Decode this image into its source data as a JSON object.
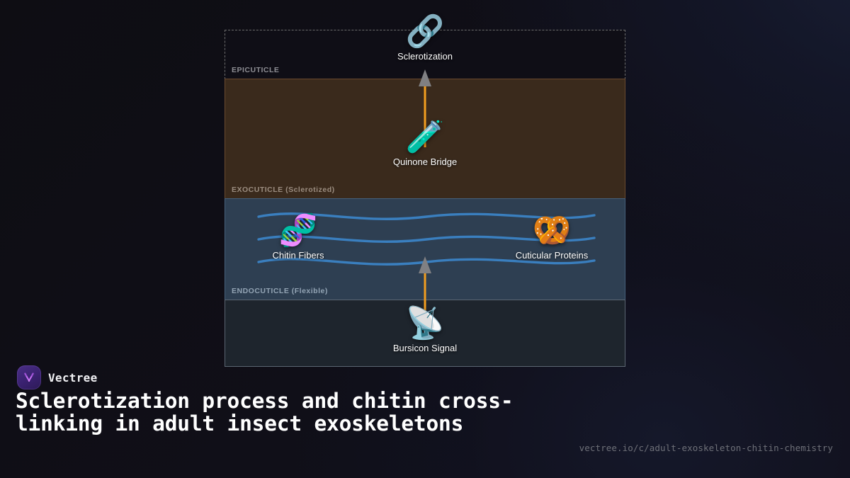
{
  "brand": {
    "name": "Vectree",
    "logo_icon": "vectree-v-logo-icon",
    "accent_color": "#3a2170"
  },
  "headline": "Sclerotization process and chitin cross-linking in adult insect exoskeletons",
  "url": "vectree.io/c/adult-exoskeleton-chitin-chemistry",
  "diagram": {
    "layers": [
      {
        "id": "epicuticle",
        "label": "EPICUTICLE",
        "fill": "#0f0e16",
        "border": "#6d6d6d",
        "border_style": "dashed"
      },
      {
        "id": "exocuticle",
        "label": "EXOCUTICLE (Sclerotized)",
        "fill": "#3a2a1c",
        "border": "#6b4a2e",
        "border_style": "solid"
      },
      {
        "id": "endocuticle",
        "label": "ENDOCUTICLE (Flexible)",
        "fill": "#2e3f52",
        "border": "#46617c",
        "border_style": "solid"
      },
      {
        "id": "basement",
        "label": "",
        "fill": "#1e252d",
        "border": "#5b6672",
        "border_style": "solid"
      }
    ],
    "nodes": [
      {
        "id": "sclerotization",
        "label": "Sclerotization",
        "icon": "link-chain-icon",
        "emoji": "🔗"
      },
      {
        "id": "quinone-bridge",
        "label": "Quinone Bridge",
        "icon": "test-tube-icon",
        "emoji": "🧪"
      },
      {
        "id": "chitin-fibers",
        "label": "Chitin Fibers",
        "icon": "dna-helix-icon",
        "emoji": "🧬"
      },
      {
        "id": "cuticular-proteins",
        "label": "Cuticular Proteins",
        "icon": "pretzel-icon",
        "emoji": "🥨"
      },
      {
        "id": "bursicon-signal",
        "label": "Bursicon Signal",
        "icon": "satellite-dish-icon",
        "emoji": "📡"
      }
    ],
    "arrows": [
      {
        "id": "quinone-to-sclerotization",
        "from": "quinone-bridge",
        "to": "sclerotization",
        "stem_color": "#f29d1f",
        "head_color": "#808083"
      },
      {
        "id": "bursicon-to-endocuticle",
        "from": "bursicon-signal",
        "to": "chitin-fibers",
        "stem_color": "#f29d1f",
        "head_color": "#808083"
      }
    ],
    "wave_color": "#3a7fbf"
  }
}
